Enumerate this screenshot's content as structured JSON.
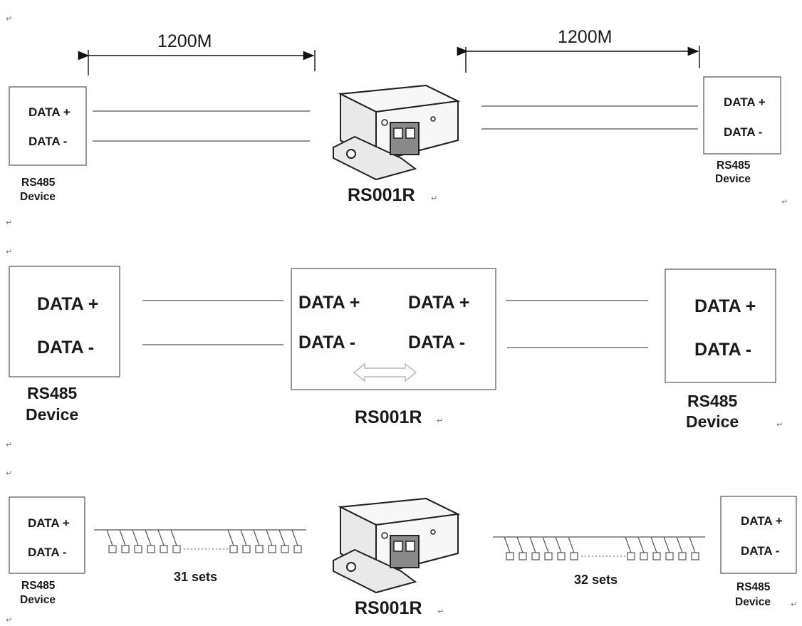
{
  "labels": {
    "data_plus": "DATA +",
    "data_minus": "DATA -",
    "device_line1": "RS485",
    "device_line2": "Device",
    "product": "RS001R",
    "distance": "1200M",
    "sets_left": "31 sets",
    "sets_right": "32 sets",
    "paragraph_mark": "↵"
  },
  "icons": {
    "unit_image": "rs001r-unit-illustration",
    "bidirectional_arrow": "double-arrow-icon",
    "node": "node-square-icon"
  },
  "colors": {
    "line": "#555555",
    "text": "#1a1a1a",
    "background": "#ffffff"
  }
}
